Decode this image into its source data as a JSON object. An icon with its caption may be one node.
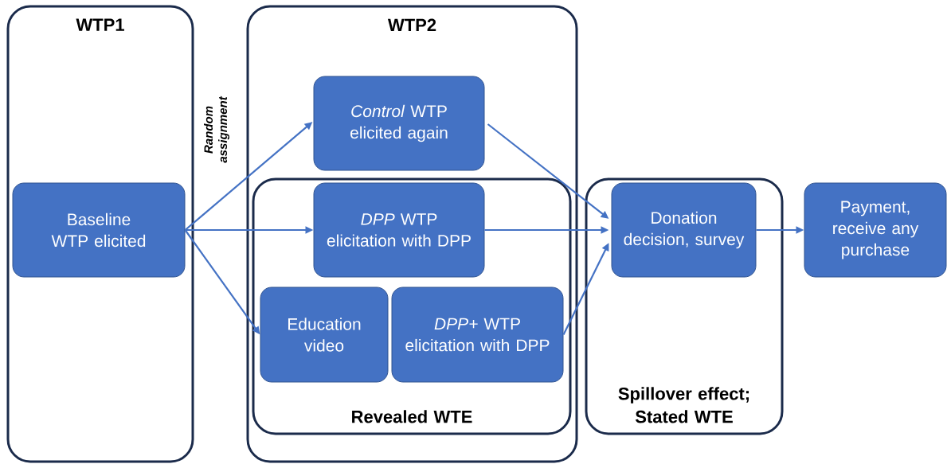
{
  "diagram": {
    "nodes": [
      {
        "text": [
          "WTP1"
        ]
      },
      {
        "text": [
          "WTP2"
        ]
      },
      {
        "text": [
          "Revealed WTE"
        ],
        "in": 1
      },
      {
        "text": [
          "Spillover effect; Stated WTE"
        ]
      },
      {
        "text": [
          "Baseline WTP elicited"
        ],
        "in": 0
      },
      {
        "text": [
          "*Control* WTP elicited again"
        ],
        "in": 1
      },
      {
        "text": [
          "*DPP* WTP elicitation with DPP"
        ],
        "in": 2
      },
      {
        "text": [
          "Education video"
        ],
        "in": 2
      },
      {
        "text": [
          "*DPP+* WTP elicitation with DPP"
        ],
        "in": 2
      },
      {
        "text": [
          "Donation decision, survey"
        ],
        "in": 3
      },
      {
        "text": [
          "Payment, receive any purchase"
        ]
      }
    ],
    "edges": [
      {
        "from": 4,
        "to": 5,
        "arrow": "to"
      },
      {
        "from": 4,
        "to": 6,
        "arrow": "to"
      },
      {
        "from": 4,
        "to": 7,
        "arrow": "to"
      },
      {
        "from": 5,
        "to": 9,
        "arrow": "to"
      },
      {
        "from": 6,
        "to": 9,
        "arrow": "to"
      },
      {
        "from": 8,
        "to": 9,
        "arrow": "to"
      },
      {
        "from": 9,
        "to": 10,
        "arrow": "to"
      }
    ],
    "labels": [
      "Random assignment"
    ]
  }
}
